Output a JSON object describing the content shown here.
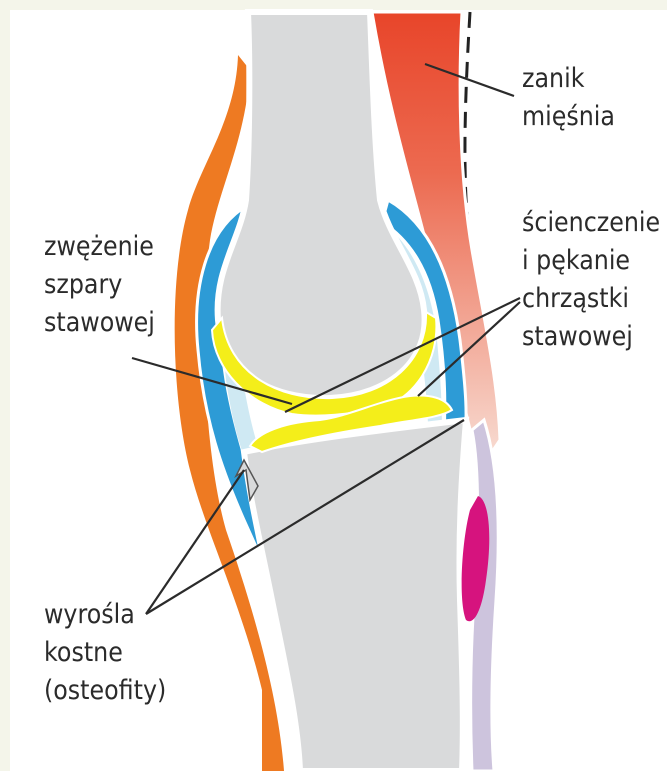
{
  "labels": {
    "muscle": [
      "zanik",
      "mięśnia"
    ],
    "cartilage": [
      "ścienczenie",
      "i pękanie",
      "chrząstki",
      "stawowej"
    ],
    "joint_space": [
      "zwężenie",
      "szpary",
      "stawowej"
    ],
    "osteophytes": [
      "wyrośla",
      "kostne",
      "(osteofity)"
    ]
  },
  "colors": {
    "background": "#f4f5ea",
    "bone": "#d9dadb",
    "bone_outline": "#ffffff",
    "cartilage": "#f4ee1a",
    "capsule_blue": "#2d9bd6",
    "synovial": "#cfe9f3",
    "tendon_orange": "#ee7a22",
    "muscle_red": "#e8452a",
    "muscle_fade": "#f5d0c4",
    "ligament_lilac": "#cdc4dd",
    "bursa_magenta": "#d6137e",
    "leader_lines": "#2b2b2b"
  }
}
